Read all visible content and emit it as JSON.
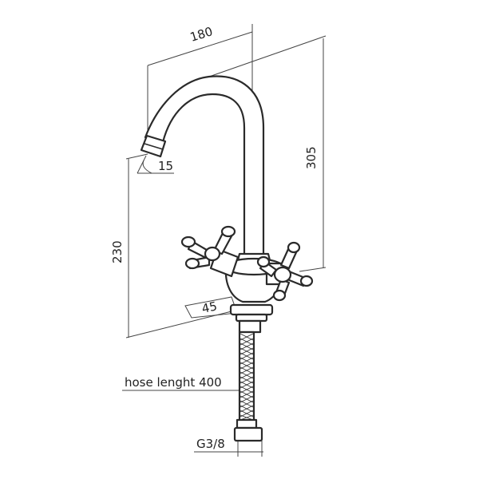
{
  "dimensions": {
    "spout_reach": "180",
    "total_height": "305",
    "outlet_height": "230",
    "outlet_angle": "15",
    "base_angle": "45"
  },
  "annotations": {
    "hose_length": "hose lenght 400",
    "connection_thread": "G3/8"
  },
  "colors": {
    "line": "#2a2a2a",
    "dimension": "#444444",
    "background": "#ffffff"
  }
}
